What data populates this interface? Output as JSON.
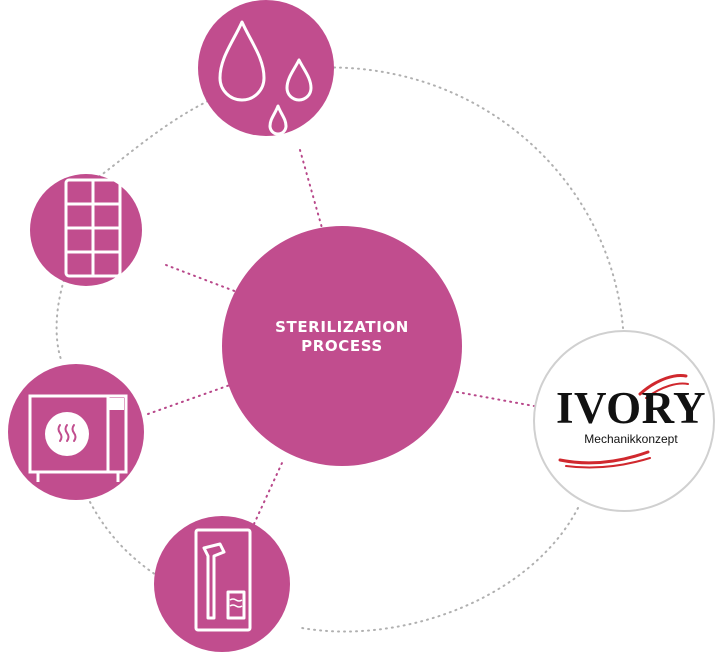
{
  "diagram": {
    "center_label_line1": "STERILIZATION",
    "center_label_line2": "PROCESS",
    "brand": {
      "name": "IVORY",
      "tagline": "Mechanikkonzept"
    },
    "nodes": [
      {
        "icon": "water-drops-icon"
      },
      {
        "icon": "storage-tray-grid-icon"
      },
      {
        "icon": "autoclave-steam-icon"
      },
      {
        "icon": "handpiece-in-pouch-icon"
      }
    ],
    "colors": {
      "primary": "#c14d8e",
      "connector_magenta": "#b8478a",
      "connector_gray": "#b0b0b0",
      "logo_border": "#d0d0d0",
      "logo_accent": "#d0282e",
      "text_light": "#ffffff"
    }
  }
}
